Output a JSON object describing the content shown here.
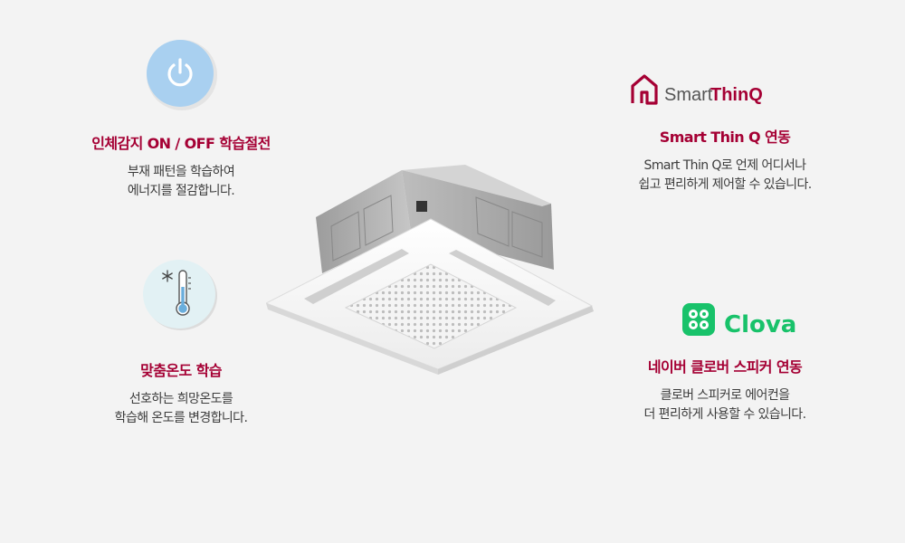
{
  "features": {
    "occupancy": {
      "title": "인체감지 ON / OFF 학습절전",
      "desc_line1": "부재 패턴을 학습하여",
      "desc_line2": "에너지를 절감합니다.",
      "icon": "power-icon"
    },
    "temperature": {
      "title": "맞춤온도 학습",
      "desc_line1": "선호하는 희망온도를",
      "desc_line2": "학습해 온도를 변경합니다.",
      "icon": "thermometer-snowflake-icon"
    },
    "thinq": {
      "logo_smart": "Smart",
      "logo_thinq": "ThinQ",
      "title": "Smart Thin Q 연동",
      "desc_line1": "Smart Thin Q로 언제 어디서나",
      "desc_line2": "쉽고 편리하게 제어할 수 있습니다.",
      "icon": "home-icon"
    },
    "clova": {
      "logo_text": "Clova",
      "title": "네이버 클로버 스피커 연동",
      "desc_line1": "클로버 스피커로 에어컨을",
      "desc_line2": "더 편리하게 사용할 수 있습니다.",
      "icon": "clova-icon"
    }
  },
  "colors": {
    "background": "#f3f3f3",
    "title_accent": "#a50034",
    "power_icon_bg": "#a9d0f0",
    "thermo_icon_bg": "#e2f1f4",
    "clova_green": "#18c26a"
  },
  "product": {
    "icon": "ceiling-cassette-air-conditioner-image"
  }
}
